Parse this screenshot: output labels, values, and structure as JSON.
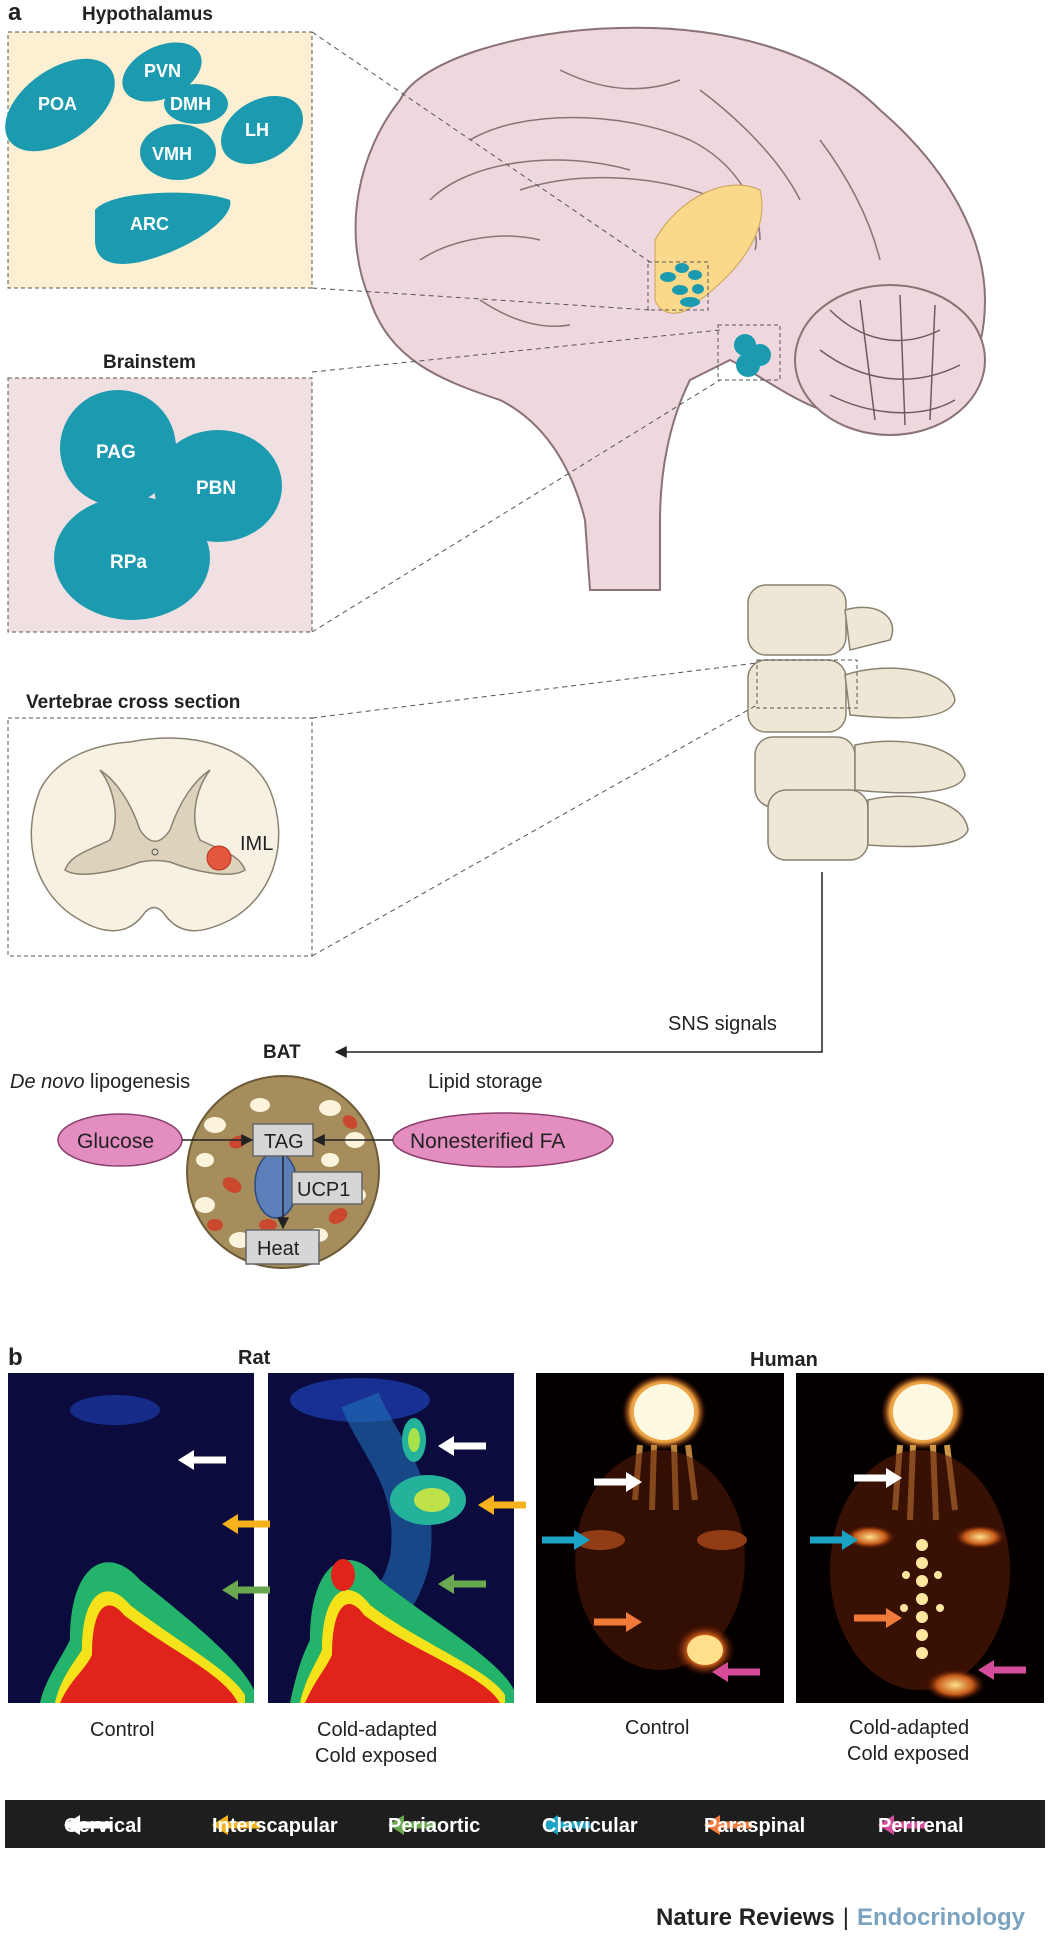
{
  "panel_a": {
    "letter": "a",
    "hypothalamus": {
      "title": "Hypothalamus",
      "regions": [
        "POA",
        "PVN",
        "DMH",
        "LH",
        "VMH",
        "ARC"
      ]
    },
    "brainstem": {
      "title": "Brainstem",
      "regions": [
        "PAG",
        "PBN",
        "RPa"
      ]
    },
    "vertebrae": {
      "title": "Vertebrae cross section",
      "region": "IML"
    },
    "sns_signals": "SNS signals",
    "bat_label": "BAT",
    "de_novo_italic": "De novo",
    "de_novo_rest": " lipogenesis",
    "lipid_storage": "Lipid storage",
    "glucose": "Glucose",
    "nefa": "Nonesterified FA",
    "tag": "TAG",
    "ucp1": "UCP1",
    "heat": "Heat"
  },
  "panel_b": {
    "letter": "b",
    "rat": {
      "title": "Rat",
      "control": "Control",
      "cold_1": "Cold-adapted",
      "cold_2": "Cold exposed"
    },
    "human": {
      "title": "Human",
      "control": "Control",
      "cold_1": "Cold-adapted",
      "cold_2": "Cold exposed"
    },
    "legend": [
      {
        "label": "Cervical",
        "color": "#ffffff"
      },
      {
        "label": "Interscapular",
        "color": "#f6b21c"
      },
      {
        "label": "Periaortic",
        "color": "#6aa84f"
      },
      {
        "label": "Clavicular",
        "color": "#1aa3c4"
      },
      {
        "label": "Paraspinal",
        "color": "#f07a3a"
      },
      {
        "label": "Perirenal",
        "color": "#d54d9a"
      }
    ]
  },
  "footer": {
    "journal": "Nature Reviews",
    "separator": "|",
    "section": "Endocrinology"
  },
  "colors": {
    "teal": "#1c9ab0",
    "brain": "#eed8dd",
    "bone": "#eee7d5",
    "hypo_bg": "#fdf0d2",
    "stem_bg": "#f1e0e2",
    "pink_node": "#e48dc0",
    "endocrinology": "#7ba3bf"
  }
}
